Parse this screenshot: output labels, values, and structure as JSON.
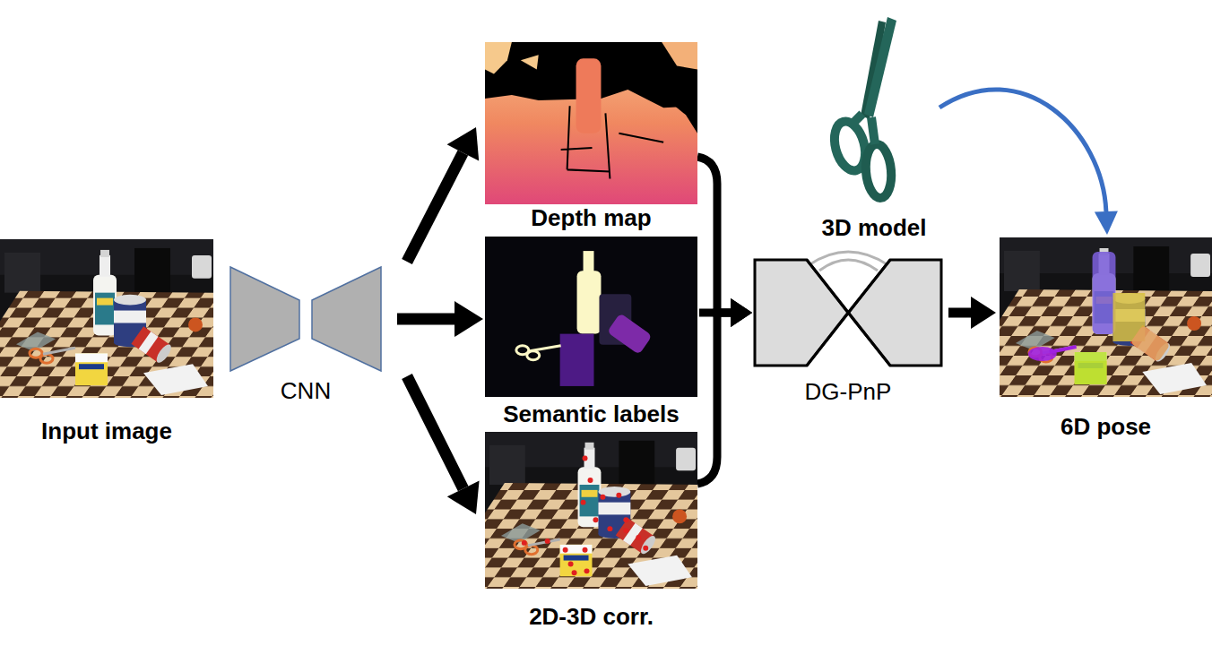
{
  "diagram": {
    "nodes": [
      {
        "text": [
          "Input image"
        ]
      },
      {
        "text": [
          "CNN"
        ]
      },
      {
        "text": [
          "Depth map"
        ]
      },
      {
        "text": [
          "Semantic labels"
        ]
      },
      {
        "text": [
          "2D-3D corr."
        ]
      },
      {
        "text": [
          "3D model"
        ]
      },
      {
        "text": [
          "DG-PnP"
        ]
      },
      {
        "text": [
          "6D pose"
        ]
      }
    ],
    "edges": [
      {
        "from": 1,
        "to": 2,
        "arrow": "to"
      },
      {
        "from": 1,
        "to": 3,
        "arrow": "to"
      },
      {
        "from": 1,
        "to": 4,
        "arrow": "to"
      },
      {
        "from": 2,
        "to": 6,
        "arrow": "to"
      },
      {
        "from": 3,
        "to": 6,
        "arrow": "to"
      },
      {
        "from": 4,
        "to": 6,
        "arrow": "to"
      },
      {
        "from": 6,
        "to": 7,
        "arrow": "to"
      },
      {
        "from": 5,
        "to": 7,
        "arrow": "to"
      }
    ]
  }
}
